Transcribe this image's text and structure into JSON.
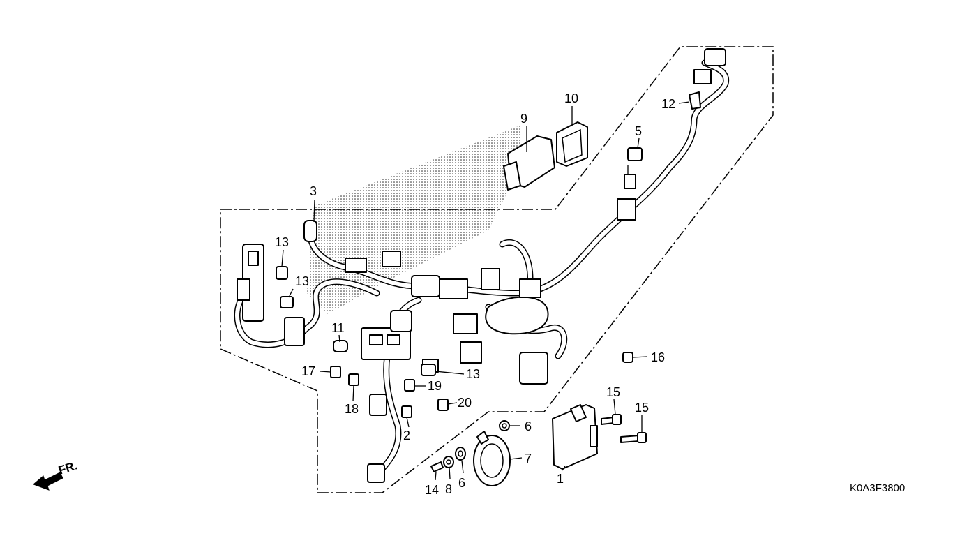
{
  "diagram": {
    "code": "K0A3F3800",
    "direction_label": "FR.",
    "callouts": {
      "c1": "1",
      "c2": "2",
      "c3": "3",
      "c5": "5",
      "c6a": "6",
      "c6b": "6",
      "c7": "7",
      "c8": "8",
      "c9": "9",
      "c10": "10",
      "c11": "11",
      "c12": "12",
      "c13a": "13",
      "c13b": "13",
      "c13c": "13",
      "c14": "14",
      "c15a": "15",
      "c15b": "15",
      "c16": "16",
      "c17": "17",
      "c18": "18",
      "c19": "19",
      "c20": "20"
    }
  }
}
